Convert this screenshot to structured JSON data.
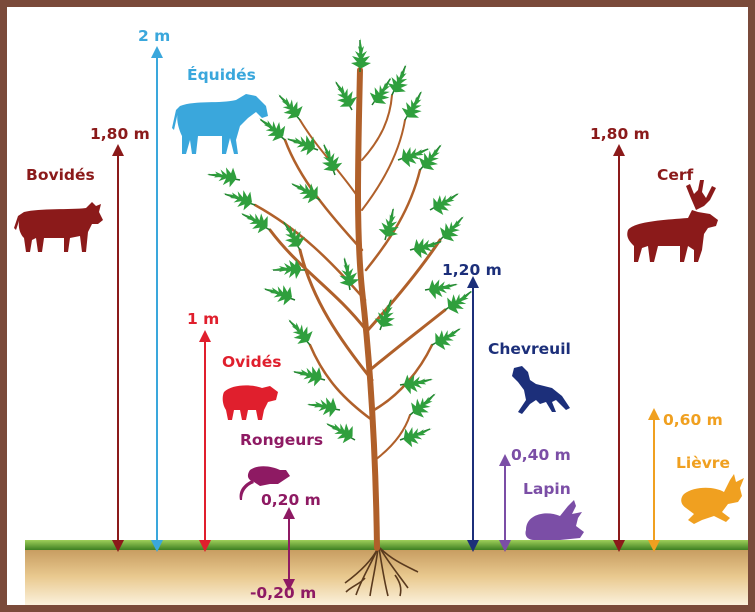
{
  "colors": {
    "frame": "#7a4a3a",
    "bovides": "#8b1a1a",
    "equides": "#3aa7dc",
    "ovides": "#e01f2d",
    "rongeurs": "#8e1a63",
    "chevreuil": "#1c2f7a",
    "lapin": "#7b4ea6",
    "cerf": "#8b1a1a",
    "lievre": "#f0a020",
    "leaf": "#2e9e3c",
    "branch": "#b0602a",
    "grass": "#4a8f2a",
    "soil": "#e9c98f"
  },
  "animals": {
    "bovides": {
      "name": "Bovidés",
      "height": "1,80 m",
      "icon": "cow-icon"
    },
    "equides": {
      "name": "Équidés",
      "height": "2 m",
      "icon": "horse-icon"
    },
    "ovides": {
      "name": "Ovidés",
      "height": "1 m",
      "icon": "sheep-icon"
    },
    "rongeurs": {
      "name": "Rongeurs",
      "height": "0,20 m",
      "depth": "-0,20 m",
      "icon": "rat-icon"
    },
    "chevreuil": {
      "name": "Chevreuil",
      "height": "1,20 m",
      "icon": "roe-deer-icon"
    },
    "lapin": {
      "name": "Lapin",
      "height": "0,40 m",
      "icon": "rabbit-icon"
    },
    "cerf": {
      "name": "Cerf",
      "height": "1,80 m",
      "icon": "stag-icon"
    },
    "lievre": {
      "name": "Lièvre",
      "height": "0,60 m",
      "icon": "hare-icon"
    }
  }
}
